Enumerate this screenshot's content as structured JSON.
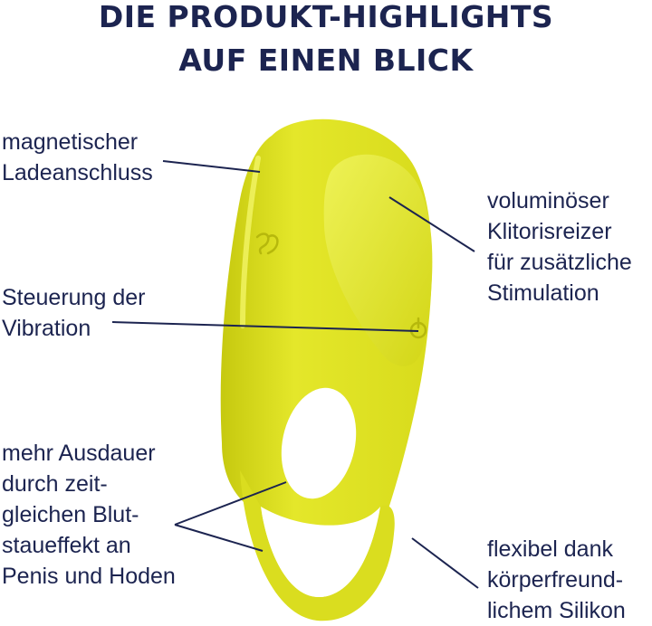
{
  "title": {
    "line1": "DIE PRODUKT-HIGHLIGHTS",
    "line2": "AUF EINEN BLICK"
  },
  "features": {
    "charging": [
      "magnetischer",
      "Ladeanschluss"
    ],
    "control": [
      "Steuerung der",
      "Vibration"
    ],
    "endurance": [
      "mehr Ausdauer",
      "durch zeit-",
      "gleichen Blut-",
      "staueffekt an",
      "Penis und Hoden"
    ],
    "stimulator": [
      "voluminöser",
      "Klitorisreizer",
      "für zusätzliche",
      "Stimulation"
    ],
    "material": [
      "flexibel dank",
      "körperfreund-",
      "lichem Silikon"
    ]
  },
  "colors": {
    "text": "#1c2450",
    "product": "#e3e629",
    "product_shade": "#c9cc12",
    "product_light": "#f0f35a"
  },
  "icons": [
    "brand-logo-icon",
    "power-button-icon"
  ]
}
